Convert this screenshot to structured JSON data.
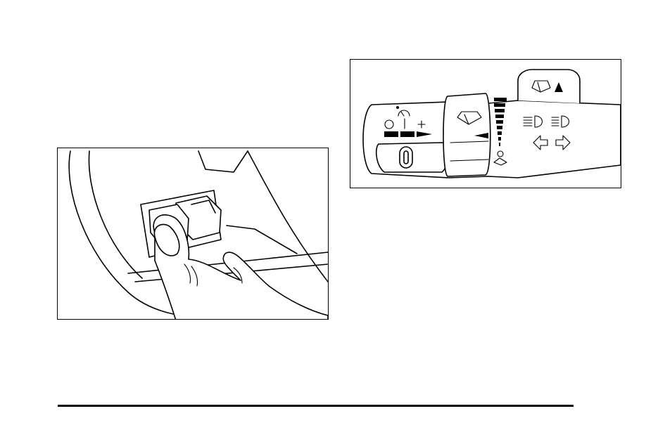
{
  "page": {
    "figures": [
      {
        "id": "fig-left",
        "icon": "hand-pressing-switch-illustration"
      },
      {
        "id": "fig-right",
        "icon": "turn-signal-multifunction-lever-illustration",
        "symbols": [
          "cruise-control-icon",
          "windshield-wiper-icon",
          "washer-icon",
          "headlamp-icon",
          "high-beam-icon",
          "turn-left-arrow-icon",
          "turn-right-arrow-icon"
        ],
        "labels": {
          "off": "O",
          "on": "I",
          "plus": "+"
        }
      }
    ]
  }
}
